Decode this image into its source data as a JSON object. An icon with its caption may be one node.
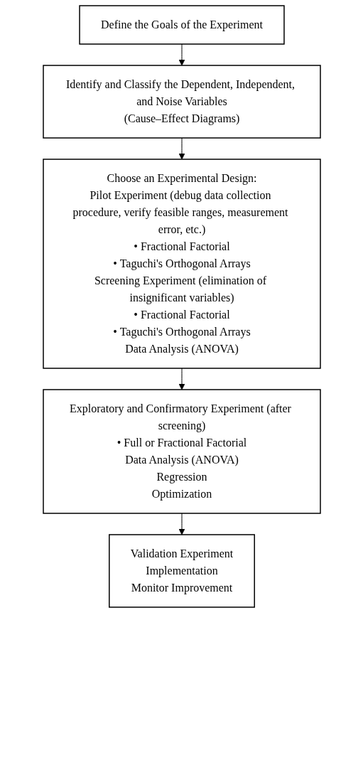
{
  "diagram": {
    "nodes": [
      {
        "text": [
          "Define the Goals of the Experiment"
        ]
      },
      {
        "text": [
          "Identify and Classify the Dependent, Independent, and Noise Variables",
          "(Cause–Effect Diagrams)"
        ]
      },
      {
        "text": [
          "Choose an Experimental Design:",
          "Pilot Experiment (debug data collection procedure, verify feasible ranges, measurement error, etc.)",
          "• Fractional Factorial",
          "• Taguchi's Orthogonal Arrays",
          "Screening Experiment (elimination of insignificant variables)",
          "• Fractional Factorial",
          "• Taguchi's Orthogonal Arrays",
          "Data Analysis (ANOVA)"
        ]
      },
      {
        "text": [
          "Exploratory and Confirmatory Experiment (after screening)",
          "• Full or Fractional Factorial",
          "Data Analysis (ANOVA)",
          "Regression",
          "Optimization"
        ]
      },
      {
        "text": [
          "Validation Experiment",
          "Implementation",
          "Monitor Improvement"
        ]
      }
    ],
    "edges": [
      {
        "from": 0,
        "to": 1,
        "arrow": "to"
      },
      {
        "from": 1,
        "to": 2,
        "arrow": "to"
      },
      {
        "from": 2,
        "to": 3,
        "arrow": "to"
      },
      {
        "from": 3,
        "to": 4,
        "arrow": "to"
      }
    ]
  }
}
